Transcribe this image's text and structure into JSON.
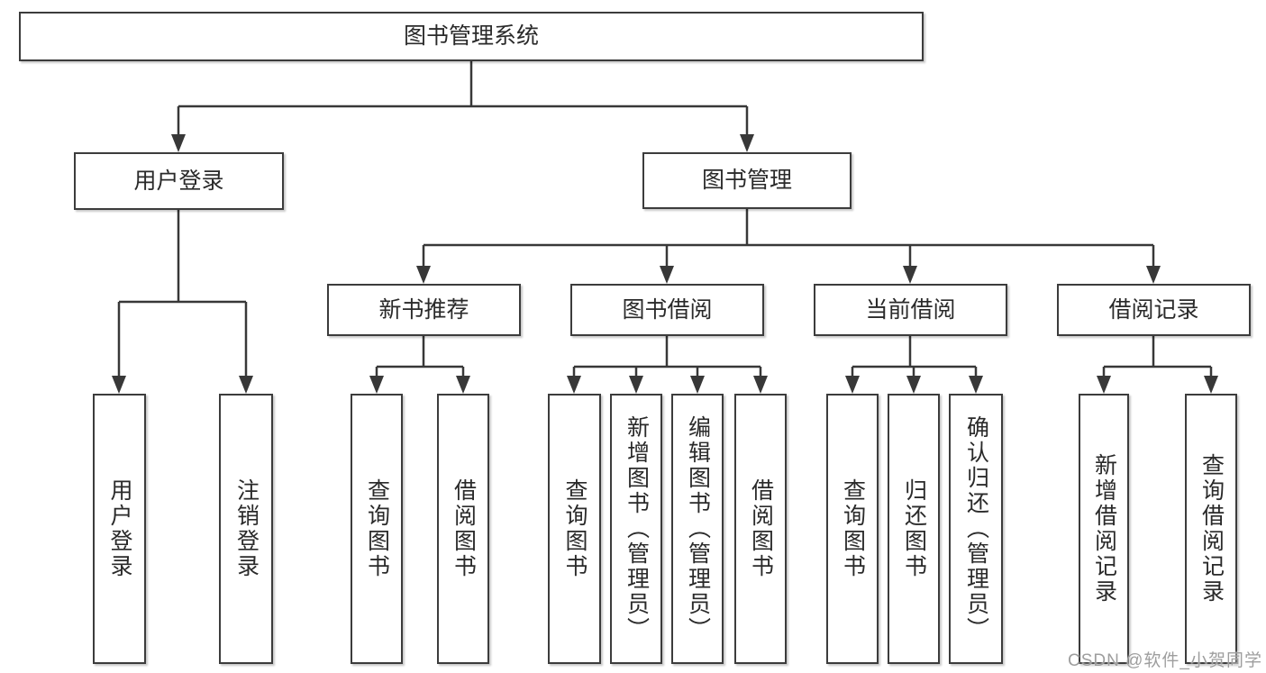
{
  "root": {
    "label": "图书管理系统"
  },
  "branches": [
    {
      "label": "用户登录",
      "children": [
        {
          "label": "用户登录"
        },
        {
          "label": "注销登录"
        }
      ]
    },
    {
      "label": "图书管理",
      "children": [
        {
          "label": "新书推荐",
          "children": [
            {
              "label": "查询图书"
            },
            {
              "label": "借阅图书"
            }
          ]
        },
        {
          "label": "图书借阅",
          "children": [
            {
              "label": "查询图书"
            },
            {
              "label": "新增图书（管理员）"
            },
            {
              "label": "编辑图书（管理员）"
            },
            {
              "label": "借阅图书"
            }
          ]
        },
        {
          "label": "当前借阅",
          "children": [
            {
              "label": "查询图书"
            },
            {
              "label": "归还图书"
            },
            {
              "label": "确认归还（管理员）"
            }
          ]
        },
        {
          "label": "借阅记录",
          "children": [
            {
              "label": "新增借阅记录"
            },
            {
              "label": "查询借阅记录"
            }
          ]
        }
      ]
    }
  ],
  "watermark": "CSDN @软件_小贺同学",
  "colors": {
    "line": "#383838",
    "border": "#3c3c3c",
    "text": "#2a2a2a",
    "watermark": "#9e9e9e",
    "background": "#ffffff"
  }
}
